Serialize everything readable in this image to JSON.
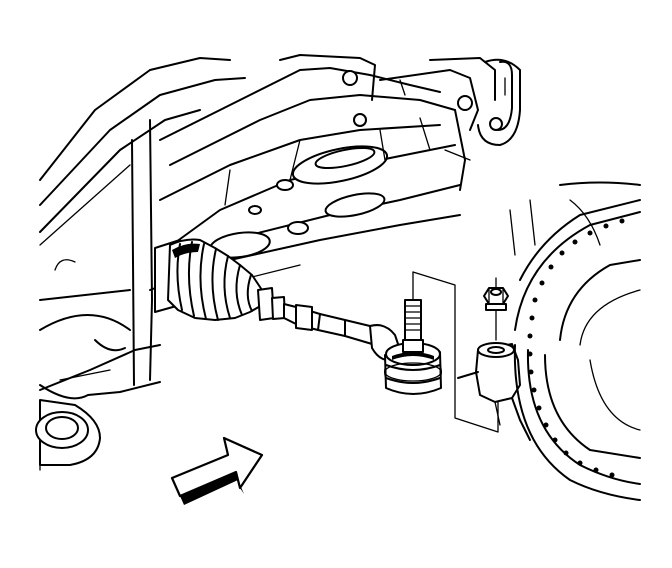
{
  "figure": {
    "background_color": "#ffffff",
    "line_color": "#000000",
    "components": [
      {
        "name": "subframe-crossmember",
        "icon": "crossmember-illustration"
      },
      {
        "name": "steering-rack-boot",
        "icon": "bellows-icon"
      },
      {
        "name": "tie-rod",
        "icon": "tie-rod-icon"
      },
      {
        "name": "outer-tie-rod-end",
        "icon": "ball-joint-icon"
      },
      {
        "name": "tie-rod-end-nut",
        "icon": "hex-nut-icon"
      },
      {
        "name": "steering-knuckle-arm",
        "icon": "knuckle-icon"
      },
      {
        "name": "brake-rotor",
        "icon": "rotor-icon"
      },
      {
        "name": "front-direction-arrow",
        "icon": "arrow-icon"
      }
    ]
  }
}
